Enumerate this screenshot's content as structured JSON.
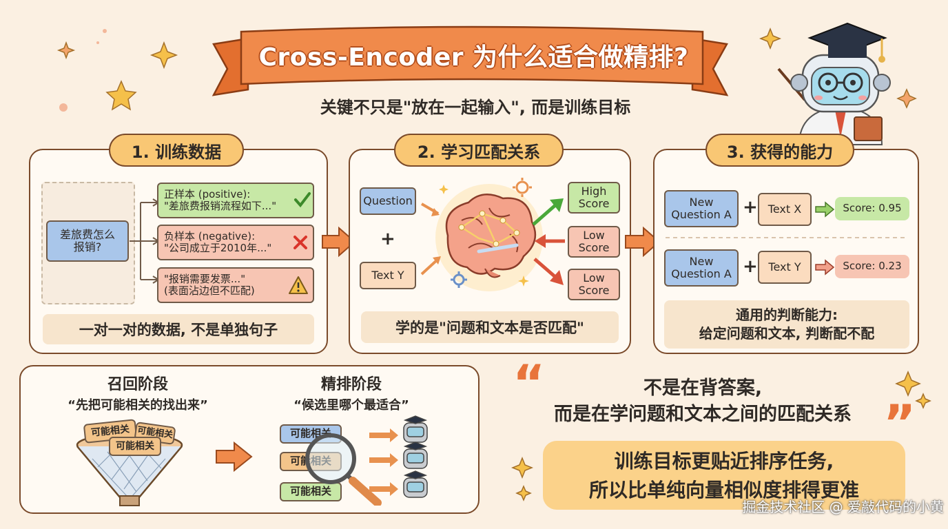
{
  "header": {
    "title": "Cross-Encoder 为什么适合做精排?",
    "subtitle": "关键不只是\"放在一起输入\", 而是训练目标"
  },
  "panel1": {
    "title": "1. 训练数据",
    "query": "差旅费怎么\n报销?",
    "positive": "正样本 (positive):\n\"差旅费报销流程如下...\"",
    "negative": "负样本 (negative):\n\"公司成立于2010年...\"",
    "hard_negative": "\"报销需要发票...\"\n(表面沾边但不匹配)",
    "caption": "一对一对的数据, 不是单独句子"
  },
  "panel2": {
    "title": "2. 学习匹配关系",
    "question": "Question",
    "plus": "+",
    "text": "Text Y",
    "high": "High\nScore",
    "low1": "Low\nScore",
    "low2": "Low\nScore",
    "caption": "学的是\"问题和文本是否匹配\""
  },
  "panel3": {
    "title": "3. 获得的能力",
    "row1": {
      "question": "New\nQuestion A",
      "plus": "+",
      "text": "Text X",
      "score": "Score: 0.95"
    },
    "row2": {
      "question": "New\nQuestion A",
      "plus": "+",
      "text": "Text Y",
      "score": "Score: 0.23"
    },
    "caption": "通用的判断能力:\n给定问题和文本, 判断配不配"
  },
  "panel4": {
    "recall_title": "召回阶段",
    "recall_quote": "“先把可能相关的找出来”",
    "rank_title": "精排阶段",
    "rank_quote": "“候选里哪个最适合”",
    "card1": "可能相关",
    "card2": "可能相关",
    "card3": "可能相关",
    "cand1": "可能相关",
    "cand2": "可能相关",
    "cand3": "可能相关"
  },
  "quote": {
    "line1": "不是在背答案,",
    "line2": "而是在学问题和文本之间的匹配关系",
    "open_mark": "“",
    "close_mark": "”"
  },
  "conclusion": {
    "line1": "训练目标更贴近排序任务,",
    "line2": "所以比单纯向量相似度排得更准"
  },
  "watermark": "掘金技术社区 @ 爱敲代码的小黄",
  "colors": {
    "accent_orange": "#f08a4b",
    "panel_border": "#7a4a2a",
    "title_pill": "#f9c774",
    "blue_box": "#a9c6ea",
    "green_box": "#c7e8a6",
    "pink_box": "#f7c5b3",
    "peach_box": "#fbdcbf",
    "background": "#fbf0e2"
  },
  "icons": {
    "check": "check-icon",
    "cross": "cross-icon",
    "warning": "warning-icon",
    "brain": "brain-icon",
    "gear": "gear-icon",
    "funnel": "funnel-icon",
    "magnifier": "magnifier-icon",
    "robot": "robot-icon",
    "mascot": "robot-teacher-icon",
    "sparkle": "sparkle-icon"
  }
}
